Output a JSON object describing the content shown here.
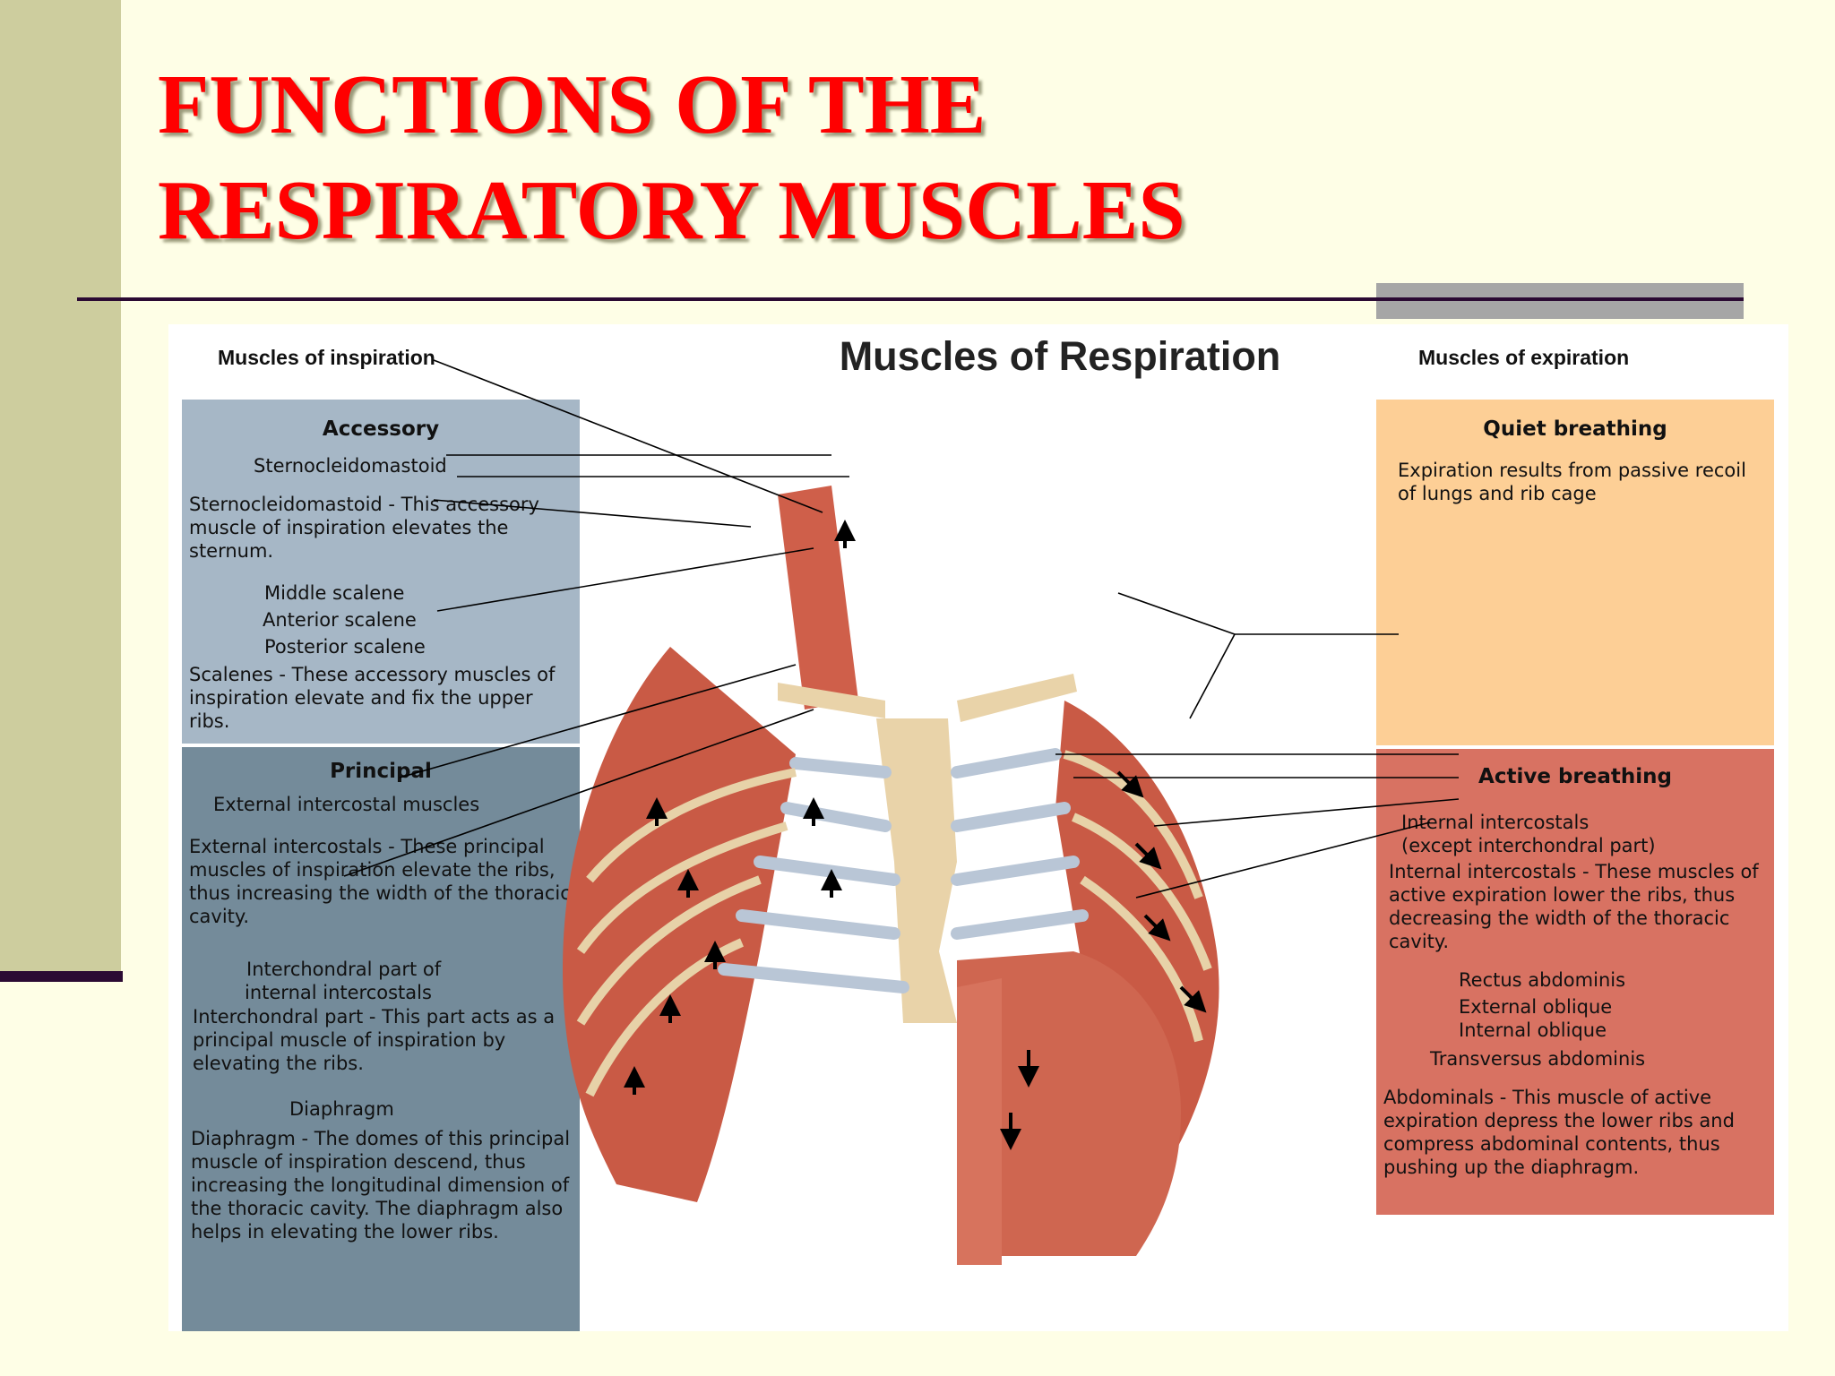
{
  "slide": {
    "title_line1": "FUNCTIONS OF THE",
    "title_line2": "RESPIRATORY MUSCLES",
    "colors": {
      "title": "#ff0000",
      "background": "#fefee6",
      "sidebar": "#cdcd9e",
      "rule": "#2b0a33"
    }
  },
  "figure": {
    "title": "Muscles of Respiration",
    "left_header": "Muscles of inspiration",
    "right_header": "Muscles of expiration",
    "accessory": {
      "heading": "Accessory",
      "scm_label": "Sternocleidomastoid",
      "scm_desc": "Sternocleidomastoid - This accessory muscle of inspiration elevates the sternum.",
      "middle_scalene": "Middle scalene",
      "anterior_scalene": "Anterior scalene",
      "posterior_scalene": "Posterior scalene",
      "scalenes_desc": "Scalenes - These accessory muscles of inspiration elevate and fix the upper ribs."
    },
    "principal": {
      "heading": "Principal",
      "ext_label": "External intercostal muscles",
      "ext_desc": "External intercostals - These principal muscles of inspiration elevate the ribs, thus increasing the width of the thoracic cavity.",
      "interchondral_label_1": "Interchondral part of",
      "interchondral_label_2": "internal intercostals",
      "interchondral_desc": "Interchondral part - This part acts as a principal muscle of inspiration by elevating the ribs.",
      "diaphragm_label": "Diaphragm",
      "diaphragm_desc": "Diaphragm - The domes of this principal muscle of inspiration descend, thus increasing the longitudinal dimension of the thoracic cavity.  The diaphragm also helps in elevating the lower ribs."
    },
    "quiet": {
      "heading": "Quiet breathing",
      "desc": "Expiration results from passive recoil of lungs and rib cage"
    },
    "active": {
      "heading": "Active breathing",
      "int_label_1": "Internal intercostals",
      "int_label_2": "(except interchondral part)",
      "int_desc": "Internal intercostals - These muscles of active expiration lower the ribs, thus decreasing the width of the thoracic cavity.",
      "rectus": "Rectus abdominis",
      "ext_oblique": "External oblique",
      "int_oblique": "Internal oblique",
      "transversus": "Transversus abdominis",
      "abd_desc": "Abdominals - This muscle of active expiration depress the lower ribs and compress abdominal contents, thus pushing up the diaphragm."
    },
    "panel_colors": {
      "accessory": "#a6b7c6",
      "principal": "#748b9a",
      "quiet": "#fdcf96",
      "active": "#d87262"
    }
  }
}
